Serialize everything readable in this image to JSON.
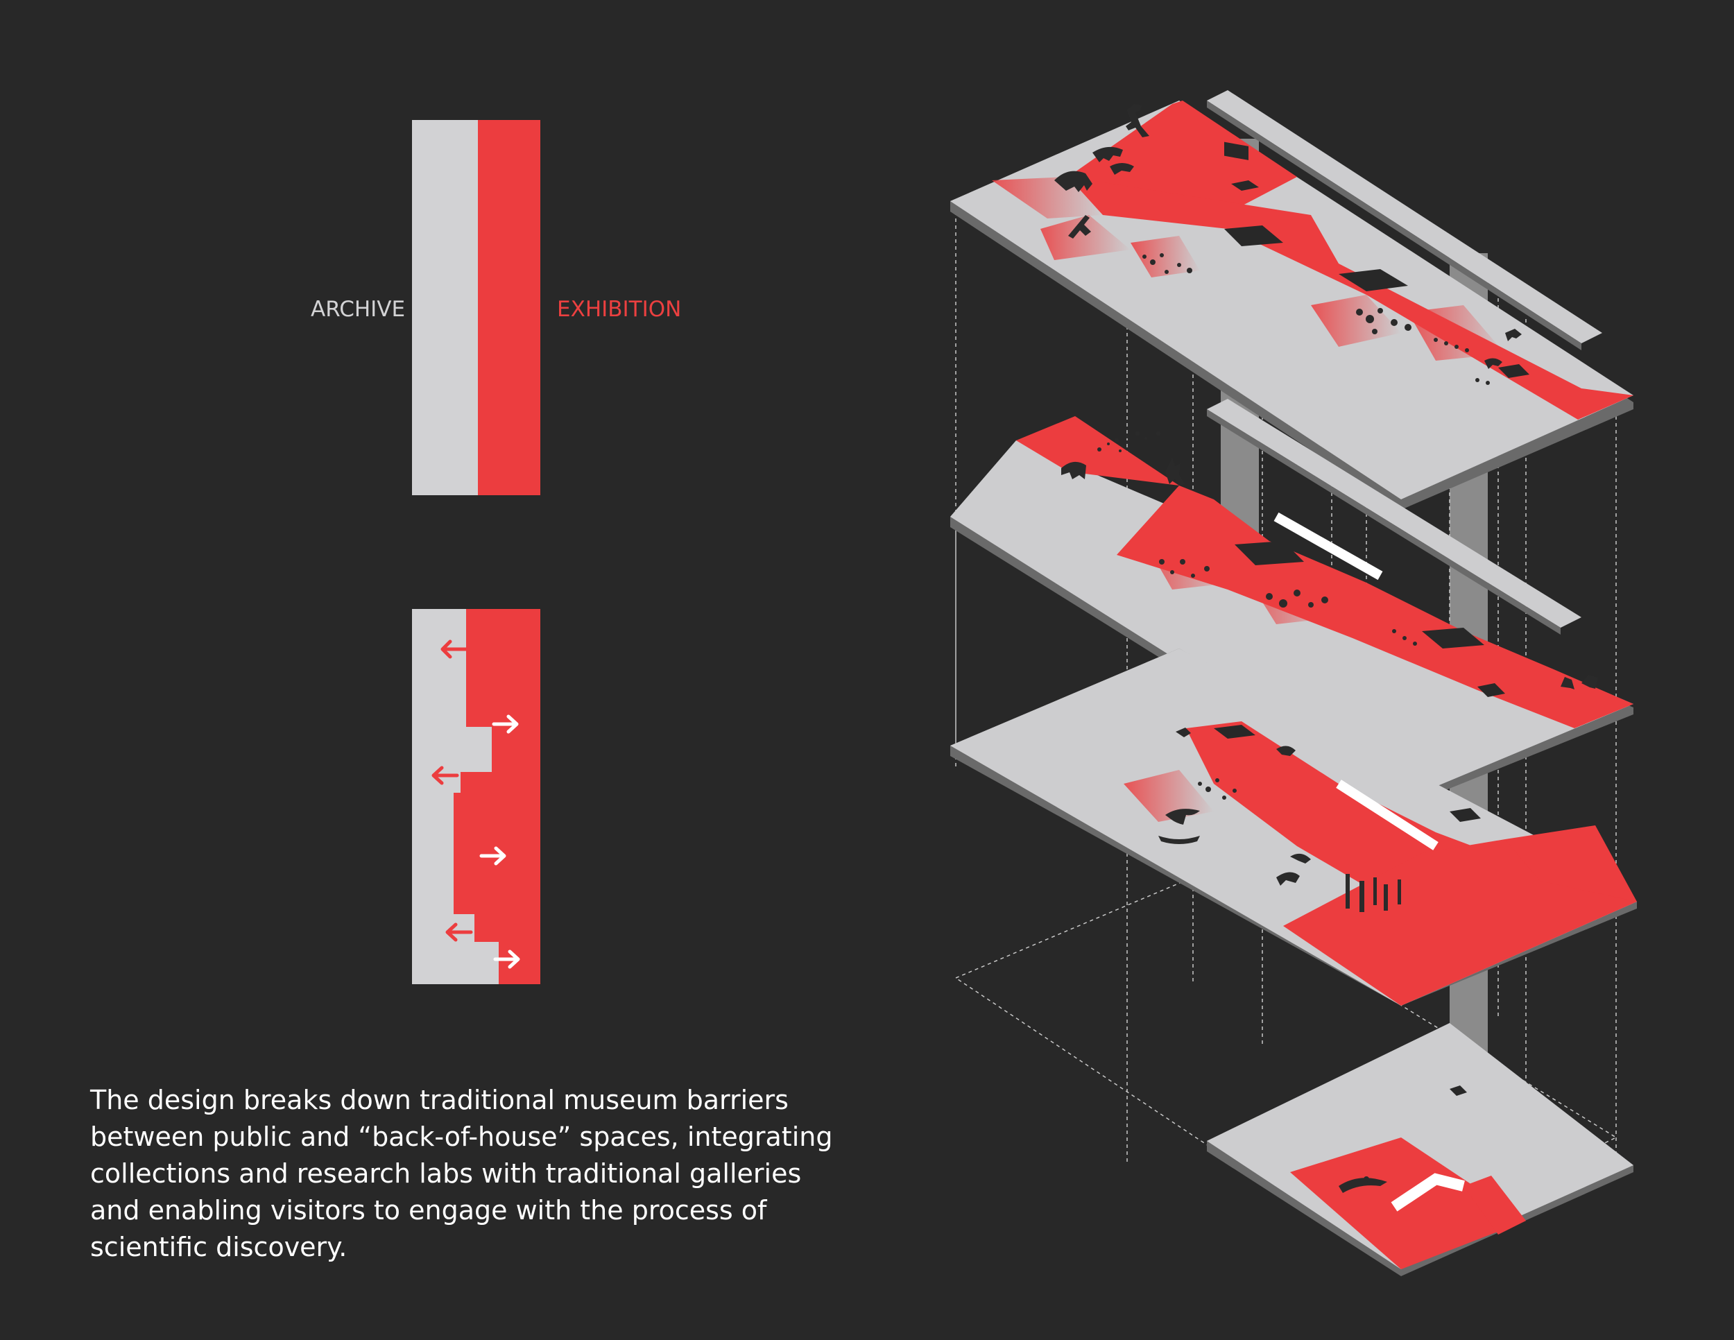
{
  "legend": {
    "archive_label": "ARCHIVE",
    "exhibition_label": "EXHIBITION"
  },
  "colors": {
    "background": "#282828",
    "archive": "#d2d2d4",
    "exhibition": "#ec3d3f",
    "text": "#ffffff",
    "silhouette": "#2a2a2a"
  },
  "description": "The design breaks down traditional museum barriers between public and “back-of-house” spaces, integrating collections and research labs with traditional galleries and enabling visitors to engage with the process of scientific discovery.",
  "diagram": {
    "type": "exploded-axonometric",
    "levels": 4,
    "icons": [
      "arrow-left-icon",
      "arrow-right-icon",
      "dinosaur-silhouette-icon",
      "mammoth-silhouette-icon",
      "bear-silhouette-icon",
      "deer-silhouette-icon",
      "bird-flock-icon",
      "whale-silhouette-icon",
      "totem-poles-icon",
      "staircase-icon"
    ]
  }
}
